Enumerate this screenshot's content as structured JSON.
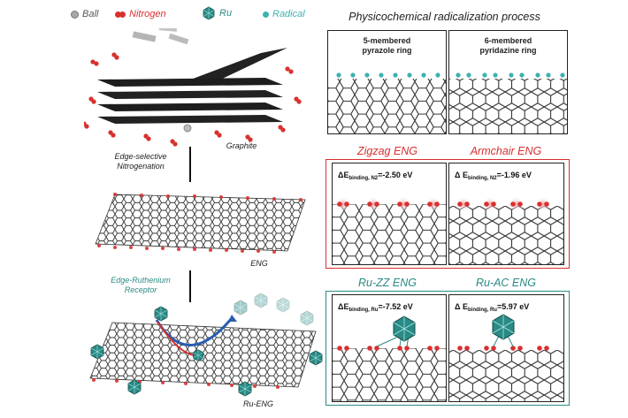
{
  "legend": {
    "ball": {
      "label": "Ball",
      "color": "#9a9a9a"
    },
    "nitrogen": {
      "label": "Nitrogen",
      "color": "#d8302f"
    },
    "ru": {
      "label": "Ru",
      "color": "#2a8a86"
    },
    "radical": {
      "label": "Radical",
      "color": "#3bb3b0"
    }
  },
  "left": {
    "graphite_label": "Graphite",
    "step1": [
      "Edge-selective",
      "Nitrogenation"
    ],
    "eng_label": "ENG",
    "step2": [
      "Edge-Ruthenium",
      "Receptor"
    ],
    "ru_eng_label": "Ru-ENG"
  },
  "right": {
    "title": "Physicochemical radicalization process",
    "panel1": {
      "line1": "5-membered",
      "line2": "pyrazole ring"
    },
    "panel2": {
      "line1": "6-membered",
      "line2": "pyridazine ring"
    },
    "section2": {
      "left_title": "Zigzag ENG",
      "right_title": "Armchair ENG",
      "color": "#d8302f"
    },
    "zz_energy": {
      "prefix": "ΔE",
      "sub": "binding, N2",
      "value": "=-2.50 eV"
    },
    "ac_energy": {
      "prefix": "Δ E",
      "sub": "binding, N2",
      "value": "=-1.96 eV"
    },
    "section3": {
      "left_title": "Ru-ZZ ENG",
      "right_title": "Ru-AC ENG",
      "color": "#2a8a86"
    },
    "ruzz_energy": {
      "prefix": "ΔE",
      "sub": "binding, Ru",
      "value": "=-7.52 eV"
    },
    "ruac_energy": {
      "prefix": "Δ E",
      "sub": "binding, Ru",
      "value": "=5.97 eV"
    }
  }
}
